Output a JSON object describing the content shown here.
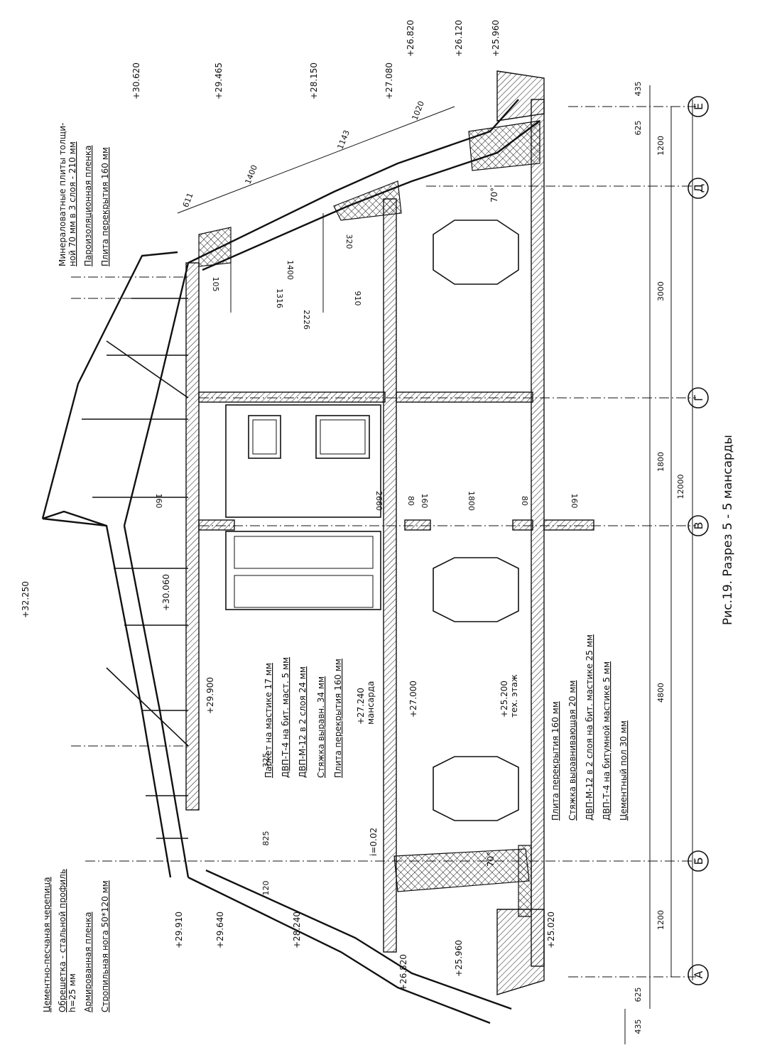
{
  "caption": "Рис.19. Разрез 5 - 5 мансарды",
  "axes": [
    "А",
    "Б",
    "В",
    "Г",
    "Д",
    "Е"
  ],
  "roof_layers": [
    "Цементно-песчаная черепица",
    "Обрешетка - стальной профиль",
    "h=25 мм",
    "Армированная пленка",
    "Стропильная нога 50*120 мм"
  ],
  "insulation_layers": [
    "Минераловатные плиты толщи-",
    "ной 70 мм в 3 слоя - 210 мм",
    "Пароизоляционная пленка",
    "Плита перекрытия 160 мм"
  ],
  "attic_floor_layers": [
    "Паркет на мастике 17 мм",
    "ДВП-Т-4 на бит. маст. 5 мм",
    "ДВП-М-12 в 2 слоя 24 мм",
    "Стяжка выравн. 34 мм",
    "Плита перекрытия 160 мм"
  ],
  "lower_floor_layers": [
    "Плита перекрытия 160 мм",
    "Стяжка выравнивающая 20 мм",
    "ДВП-М-12 в 2 слоя на бит. мастике 25 мм",
    "ДВП-Т-4 на битумной мастике 5 мм",
    "Цементный пол 30 мм"
  ],
  "elevations_left": [
    "+29.910",
    "+29.640",
    "+28.240",
    "+26.820"
  ],
  "elevations_right": [
    "+30.620",
    "+29.465",
    "+28.150",
    "+27.080",
    "+26.820",
    "+26.120",
    "+25.960"
  ],
  "elevation_ridge": "+32.250",
  "elevation_inner": {
    "ceiling": "+30.060",
    "attic_floor_top": "+29.900",
    "attic_floor": "+27.240",
    "attic_floor_note": "мансарда",
    "floor2": "+27.000",
    "floor1": "+25.200",
    "floor1_note": "тех. этаж",
    "eave_left_low": "+25.960",
    "eave_left_base": "+25.020"
  },
  "slope": "i=0.02",
  "angle": "70°",
  "dims_bottom": [
    "435",
    "625",
    "1200",
    "4800",
    "1800",
    "3000",
    "1200",
    "625",
    "435",
    "12000"
  ],
  "dims_wall": [
    "120",
    "825",
    "325"
  ],
  "dims_interior": [
    "160",
    "2660",
    "80",
    "160",
    "1800",
    "80",
    "160"
  ],
  "dims_roof": [
    "611",
    "1400",
    "1143",
    "1020"
  ],
  "dims_dormer": [
    "2226",
    "1316",
    "910",
    "105",
    "1400",
    "320"
  ]
}
